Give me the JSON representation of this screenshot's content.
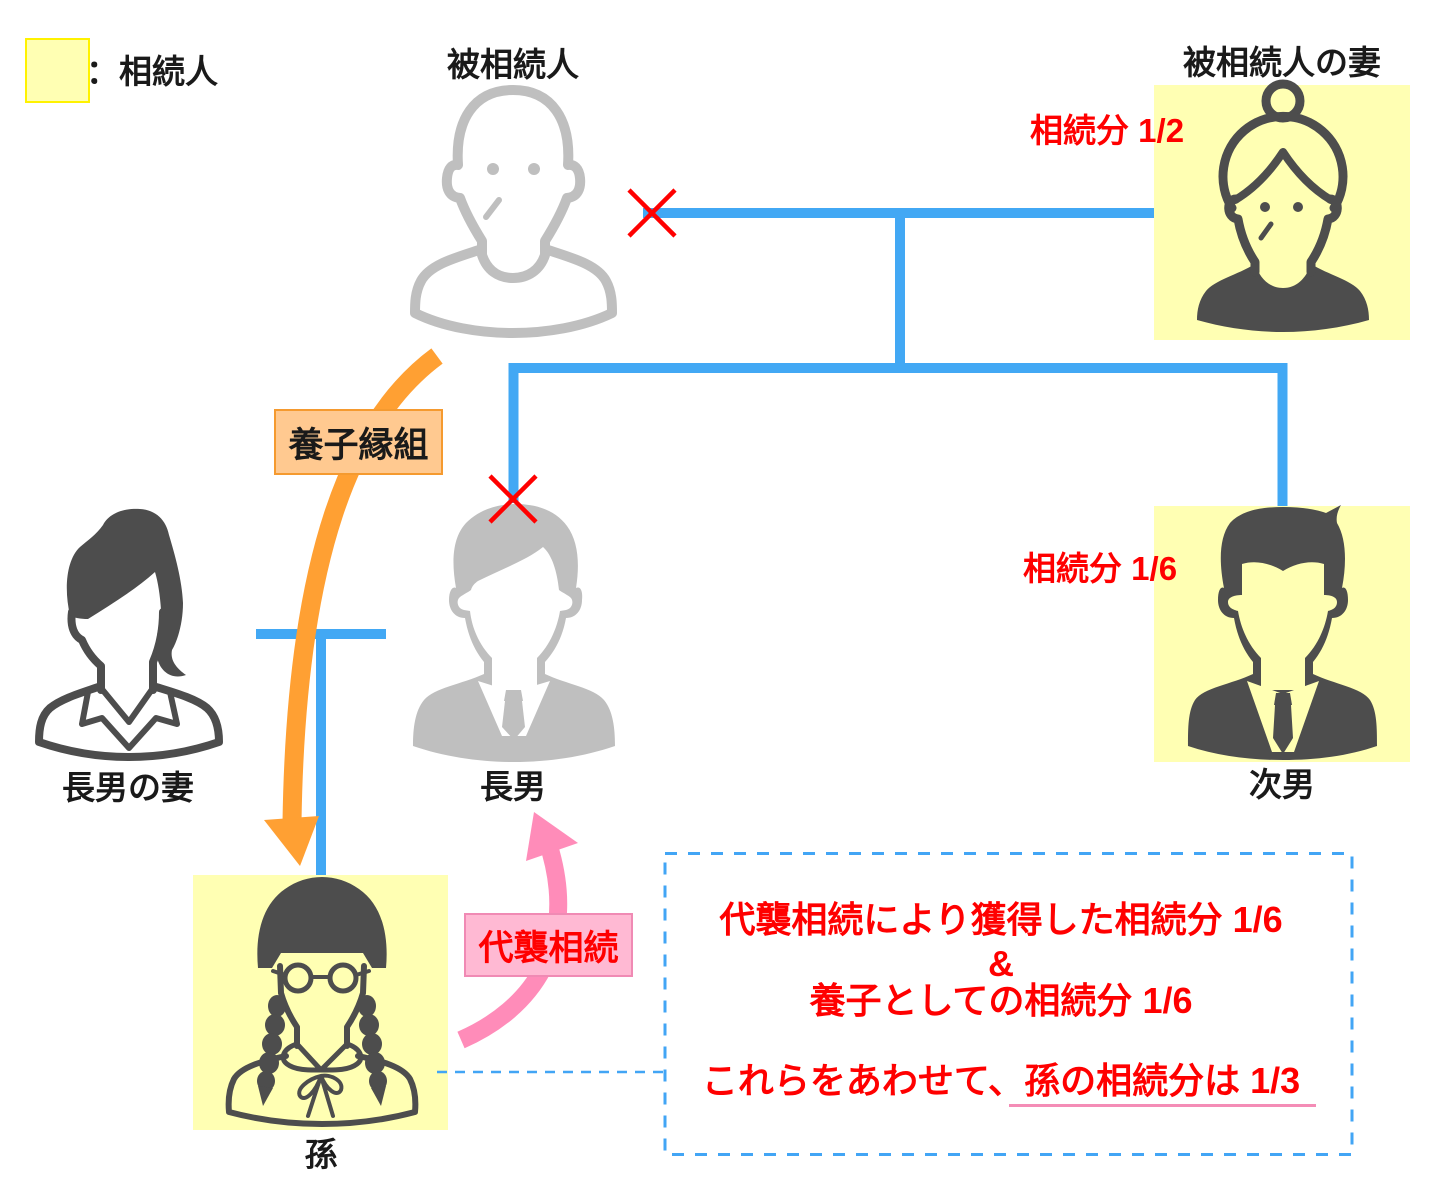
{
  "legend": {
    "swatch_icon": "heir-highlight-swatch",
    "label": "：相続人"
  },
  "persons": {
    "decedent": {
      "label": "被相続人",
      "icon": "man-outline-icon",
      "heir": false,
      "marker": "red-cross-icon"
    },
    "spouse": {
      "label": "被相続人の妻",
      "icon": "woman-hair-bun-icon",
      "heir": true,
      "share_text": "相続分 1/2"
    },
    "eldest_son_wife": {
      "label": "長男の妻",
      "icon": "woman-ponytail-icon",
      "heir": false
    },
    "eldest_son": {
      "label": "長男",
      "icon": "businessman-icon",
      "heir": false,
      "marker": "red-cross-icon"
    },
    "second_son": {
      "label": "次男",
      "icon": "businessman-icon",
      "heir": true,
      "share_text": "相続分 1/6"
    },
    "grandchild": {
      "label": "孫",
      "icon": "girl-glasses-braids-icon",
      "heir": true
    }
  },
  "family_lines": [
    {
      "type": "couple",
      "between": [
        "decedent",
        "spouse"
      ],
      "children": [
        "eldest_son",
        "second_son"
      ],
      "marker": "red-cross-icon"
    },
    {
      "type": "couple",
      "between": [
        "eldest_son_wife",
        "eldest_son"
      ],
      "children": [
        "grandchild"
      ]
    }
  ],
  "arrows": {
    "adoption": {
      "label": "養子縁組",
      "from": "decedent",
      "to": "grandchild",
      "icon": "curved-arrow-down-icon"
    },
    "representation": {
      "label": "代襲相続",
      "from": "grandchild",
      "to": "eldest_son",
      "icon": "curved-arrow-up-icon"
    }
  },
  "summary": {
    "line1": "代襲相続により獲得した相続分 1/6",
    "line2": "&",
    "line3": "養子としての相続分 1/6",
    "line4_prefix": "これらをあわせて、",
    "line4_highlight": "孫の相続分は 1/3"
  },
  "colors": {
    "heir_highlight": "#FFFFB3",
    "heir_highlight_border": "#FFF200",
    "family_line": "#42A8F4",
    "cross_mark": "#FF0000",
    "icon_dark": "#4D4D4D",
    "icon_deceased": "#BFBFBF",
    "adoption_arrow": "#FFA033",
    "adoption_label_bg": "#FFC990",
    "adoption_label_border": "#F59A2F",
    "representation_arrow": "#FF8CB9",
    "representation_label_bg": "#FFB9D3",
    "representation_label_border": "#F08AB4",
    "share_text": "#FF0000",
    "summary_border": "#42A5F5",
    "summary_underline": "#F48CB6"
  }
}
